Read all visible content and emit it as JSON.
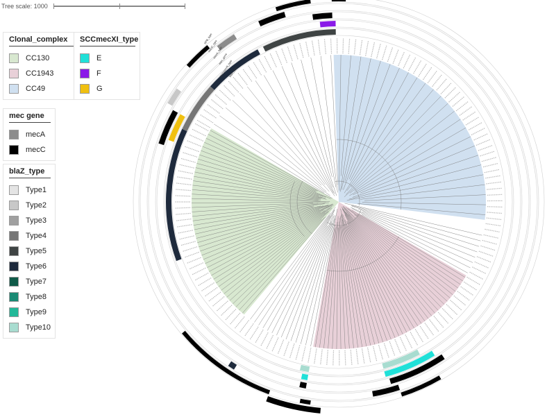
{
  "scale": {
    "label": "Tree scale: 1000"
  },
  "legends": {
    "clonal": {
      "title": "Clonal_complex",
      "items": [
        {
          "label": "CC130",
          "color": "#d8e8d0"
        },
        {
          "label": "CC1943",
          "color": "#e8d0d8"
        },
        {
          "label": "CC49",
          "color": "#d0e0f0"
        }
      ]
    },
    "sccmec": {
      "title": "SCCmecXI_type",
      "items": [
        {
          "label": "E",
          "color": "#20e0d8"
        },
        {
          "label": "F",
          "color": "#8a1ae8"
        },
        {
          "label": "G",
          "color": "#f0c010"
        }
      ]
    },
    "mec": {
      "title": "mec gene",
      "items": [
        {
          "label": "mecA",
          "color": "#8c8c8c"
        },
        {
          "label": "mecC",
          "color": "#000000"
        }
      ]
    },
    "blaz": {
      "title": "blaZ_type",
      "items": [
        {
          "label": "Type1",
          "color": "#e4e4e4"
        },
        {
          "label": "Type2",
          "color": "#c8c8c8"
        },
        {
          "label": "Type3",
          "color": "#a0a0a0"
        },
        {
          "label": "Type4",
          "color": "#767676"
        },
        {
          "label": "Type5",
          "color": "#3f4444"
        },
        {
          "label": "Type6",
          "color": "#1e2a3c"
        },
        {
          "label": "Type7",
          "color": "#0f5a48"
        },
        {
          "label": "Type8",
          "color": "#1a8a74"
        },
        {
          "label": "Type9",
          "color": "#22b898"
        },
        {
          "label": "Type10",
          "color": "#a8dcd0"
        }
      ]
    }
  },
  "ring_labels": [
    "blaZ_type",
    "SCCmecXI_type",
    "mec_gene",
    "mecA_type",
    "mecC_type",
    "SPB_type"
  ]
}
